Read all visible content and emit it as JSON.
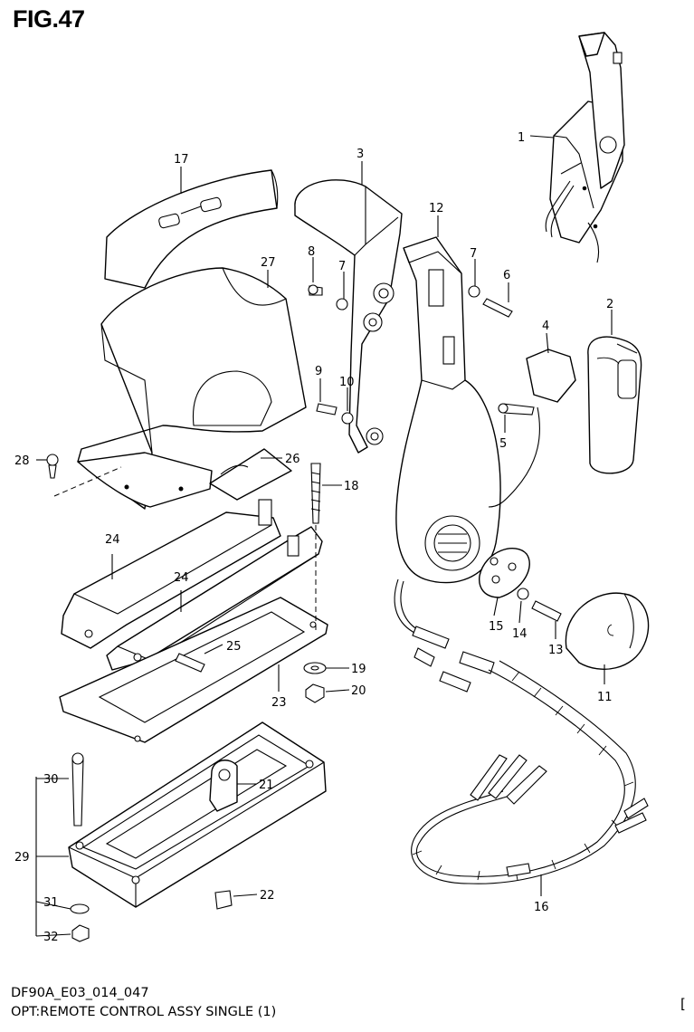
{
  "figure": {
    "title": "FIG.47",
    "code": "DF90A_E03_014_047",
    "caption": "OPT:REMOTE CONTROL ASSY SINGLE (1)",
    "edge_mark": "["
  },
  "parts": [
    {
      "id": "1",
      "label": "1"
    },
    {
      "id": "2",
      "label": "2"
    },
    {
      "id": "3",
      "label": "3"
    },
    {
      "id": "4",
      "label": "4"
    },
    {
      "id": "5",
      "label": "5"
    },
    {
      "id": "6",
      "label": "6"
    },
    {
      "id": "7a",
      "label": "7"
    },
    {
      "id": "7b",
      "label": "7"
    },
    {
      "id": "8",
      "label": "8"
    },
    {
      "id": "9",
      "label": "9"
    },
    {
      "id": "10",
      "label": "10"
    },
    {
      "id": "11",
      "label": "11"
    },
    {
      "id": "12",
      "label": "12"
    },
    {
      "id": "13",
      "label": "13"
    },
    {
      "id": "14",
      "label": "14"
    },
    {
      "id": "15",
      "label": "15"
    },
    {
      "id": "16",
      "label": "16"
    },
    {
      "id": "17",
      "label": "17"
    },
    {
      "id": "18",
      "label": "18"
    },
    {
      "id": "19",
      "label": "19"
    },
    {
      "id": "20",
      "label": "20"
    },
    {
      "id": "21",
      "label": "21"
    },
    {
      "id": "22",
      "label": "22"
    },
    {
      "id": "23",
      "label": "23"
    },
    {
      "id": "24a",
      "label": "24"
    },
    {
      "id": "24b",
      "label": "24"
    },
    {
      "id": "25",
      "label": "25"
    },
    {
      "id": "26",
      "label": "26"
    },
    {
      "id": "27",
      "label": "27"
    },
    {
      "id": "28",
      "label": "28"
    },
    {
      "id": "29",
      "label": "29"
    },
    {
      "id": "30",
      "label": "30"
    },
    {
      "id": "31",
      "label": "31"
    },
    {
      "id": "32",
      "label": "32"
    }
  ]
}
